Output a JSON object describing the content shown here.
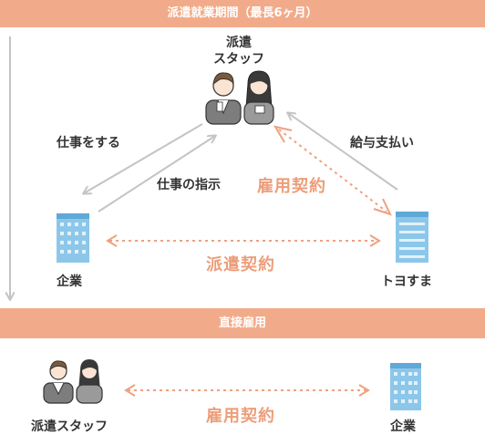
{
  "top_banner": "派遣就業期間（最長6ヶ月）",
  "middle_banner": "直接雇用",
  "top_section": {
    "staff_label_line1": "派遣",
    "staff_label_line2": "スタッフ",
    "company_left_label": "企業",
    "company_right_label": "トヨすま",
    "arrow_work": "仕事をする",
    "arrow_instruction": "仕事の指示",
    "arrow_payment": "給与支払い",
    "contract_employment": "雇用契約",
    "contract_dispatch": "派遣契約"
  },
  "bottom_section": {
    "staff_label": "派遣スタッフ",
    "company_label": "企業",
    "contract_employment": "雇用契約"
  },
  "colors": {
    "banner": "#f2ab8a",
    "accent_text": "#ed9d79",
    "dotted_arrow": "#f0a07e",
    "gray_arrow": "#c4c4c4",
    "building": "#7fbfe6"
  }
}
